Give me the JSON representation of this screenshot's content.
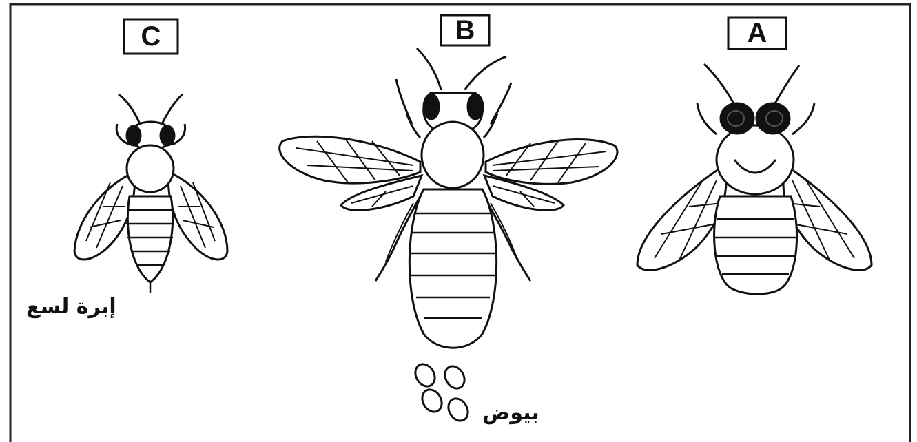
{
  "labels": {
    "a": "A",
    "b": "B",
    "c": "C"
  },
  "annotations": {
    "stinger": "إبرة لسع",
    "eggs": "بيوض"
  },
  "colors": {
    "ink": "#111111",
    "paper": "#ffffff"
  }
}
